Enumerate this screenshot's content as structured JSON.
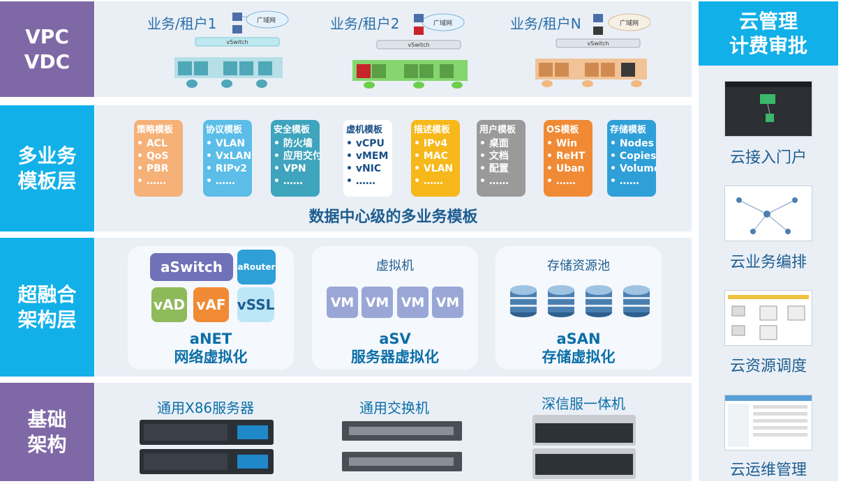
{
  "layers": {
    "vpc": "VPC\nVDC",
    "multi": "多业务\n模板层",
    "hci": "超融合\n架构层",
    "base": "基础\n架构"
  },
  "tenants": [
    {
      "name": "业务/租户1",
      "wan": "广域网",
      "vswitch": "vSwitch"
    },
    {
      "name": "业务/租户2",
      "wan": "广域网",
      "vswitch": "vSwitch"
    },
    {
      "name": "业务/租户N",
      "wan": "广域网",
      "vswitch": "vSwitch"
    }
  ],
  "templates": [
    {
      "title": "策略模板",
      "items": [
        "• ACL",
        "• QoS",
        "• PBR",
        "• ……"
      ],
      "color": "#f5b178"
    },
    {
      "title": "协议模板",
      "items": [
        "• VLAN",
        "• VxLAN",
        "• RIPv2",
        "• ……"
      ],
      "color": "#5bbde8"
    },
    {
      "title": "安全模板",
      "items": [
        "• 防火墙",
        "• 应用交付",
        "• VPN",
        "• ……"
      ],
      "color": "#3fa4bd"
    },
    {
      "title": "虚机模板",
      "items": [
        "• vCPU",
        "• vMEM",
        "• vNIC",
        "• ……"
      ],
      "color": "#ffffff"
    },
    {
      "title": "描述模板",
      "items": [
        "• IPv4",
        "• MAC",
        "• VLAN",
        "• ……"
      ],
      "color": "#f6b81a"
    },
    {
      "title": "用户模板",
      "items": [
        "• 桌面",
        "• 文档",
        "• 配置",
        "• ……"
      ],
      "color": "#9a9a9a"
    },
    {
      "title": "OS模板",
      "items": [
        "• Win",
        "• ReHT",
        "• Uban",
        "• ……"
      ],
      "color": "#f08a34"
    },
    {
      "title": "存储模板",
      "items": [
        "• Nodes",
        "• Copies",
        "• Volume",
        "• ……"
      ],
      "color": "#2f9fd8"
    }
  ],
  "template_caption": "数据中心级的多业务模板",
  "hci": {
    "net_items": [
      "aSwitch",
      "aRouter",
      "vAD",
      "vAF",
      "vSSL"
    ],
    "net_label": "aNET\n网络虚拟化",
    "vm_title": "虚拟机",
    "vm_items": [
      "VM",
      "VM",
      "VM",
      "VM"
    ],
    "sv_label": "aSV\n服务器虚拟化",
    "storage_title": "存储资源池",
    "san_label": "aSAN\n存储虚拟化"
  },
  "base": {
    "server": "通用X86服务器",
    "switch": "通用交换机",
    "appliance": "深信服一体机"
  },
  "right": {
    "header": "云管理\n计费审批",
    "items": [
      "云接入门户",
      "云业务编排",
      "云资源调度",
      "云运维管理"
    ]
  },
  "colors": {
    "purple": "#7f68a6",
    "blue": "#12b0e8",
    "band": "#eaeff6"
  }
}
